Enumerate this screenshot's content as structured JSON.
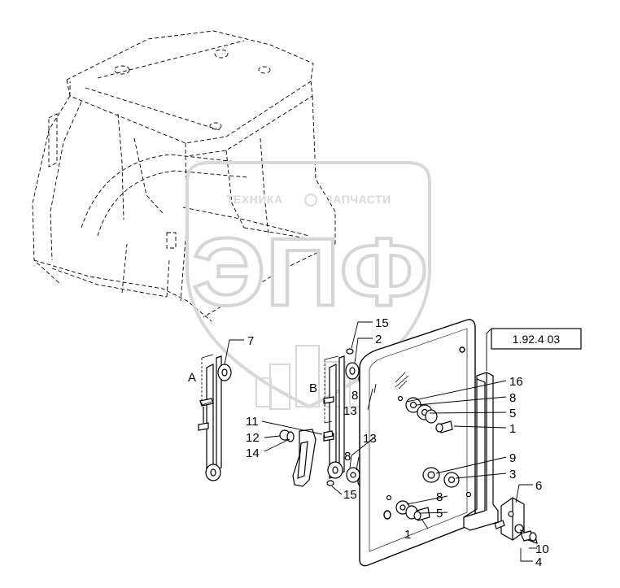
{
  "diagram": {
    "reference_box": "1.92.4 03",
    "watermark": {
      "top_text_left": "ТЕХНИКА",
      "top_text_right": "ЗАПЧАСТИ",
      "logo_letters": "ЭПФ"
    },
    "view_labels": {
      "a": "A",
      "b": "B"
    },
    "callouts": {
      "c7": "7",
      "c15a": "15",
      "c2": "2",
      "c8a": "8",
      "c13a": "13",
      "c11": "11",
      "c12": "12",
      "c14": "14",
      "c13b": "13",
      "c8b": "8",
      "c15b": "15",
      "c16": "16",
      "c8c": "8",
      "c5a": "5",
      "c1a": "1",
      "c9": "9",
      "c3": "3",
      "c6": "6",
      "c8d": "8",
      "c5b": "5",
      "c1b": "1",
      "c10": "10",
      "c4": "4"
    },
    "colors": {
      "line": "#000000",
      "watermark": "#d6d6d6",
      "cab_dashed": "#000000"
    }
  }
}
